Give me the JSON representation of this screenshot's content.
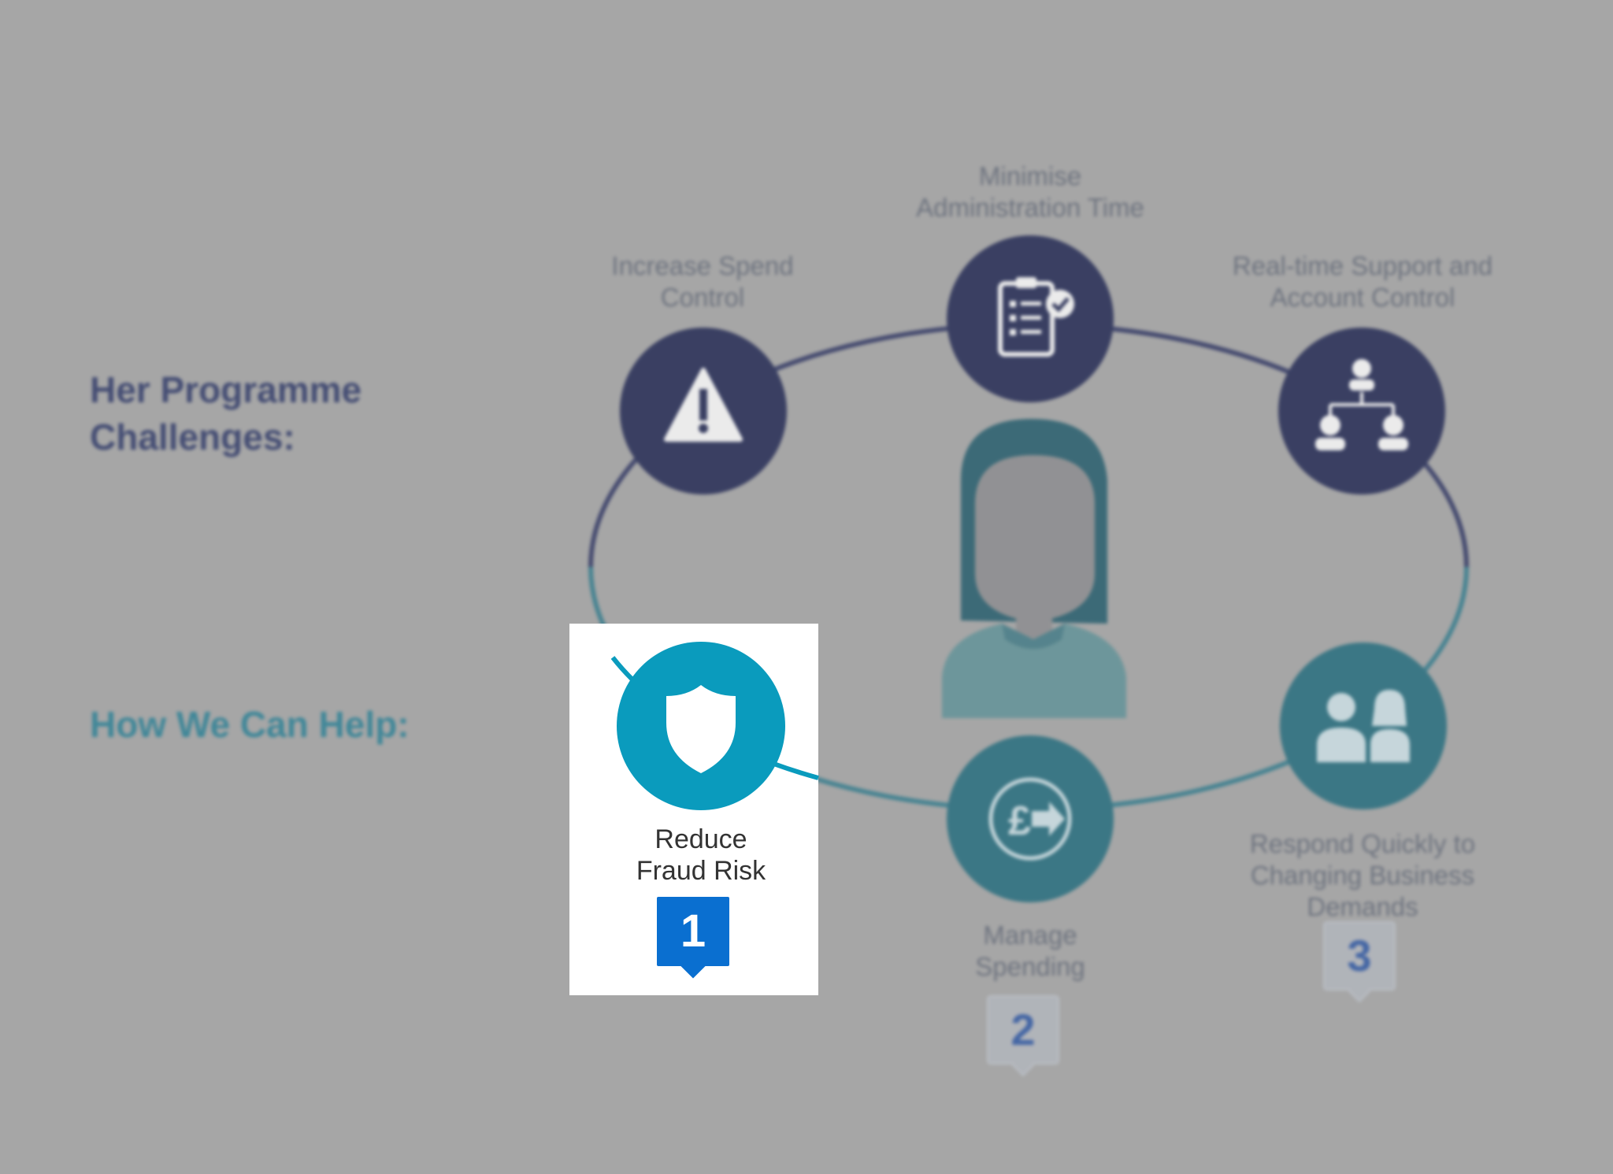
{
  "headings": {
    "challenges": "Her Programme Challenges:",
    "help": "How We Can Help:"
  },
  "challenges": [
    {
      "label": "Increase Spend\nControl",
      "icon": "warning-icon"
    },
    {
      "label": "Minimise\nAdministration Time",
      "icon": "clipboard-check-icon"
    },
    {
      "label": "Real-time Support and\nAccount Control",
      "icon": "org-chart-icon"
    }
  ],
  "solutions": [
    {
      "label": "Reduce\nFraud Risk",
      "number": "1",
      "icon": "shield-icon"
    },
    {
      "label": "Manage\nSpending",
      "number": "2",
      "icon": "pound-arrow-icon"
    },
    {
      "label": "Respond Quickly to\nChanging Business\nDemands",
      "number": "3",
      "icon": "people-icon"
    }
  ],
  "center_icon": "woman-avatar-icon",
  "colors": {
    "background": "#a6a6a6",
    "challenge_navy": "#1c2350",
    "solution_teal_dim": "#236f82",
    "solution_teal_focus": "#0a9bbd",
    "badge_blue": "#0a6fd0",
    "panel": "#ffffff"
  }
}
